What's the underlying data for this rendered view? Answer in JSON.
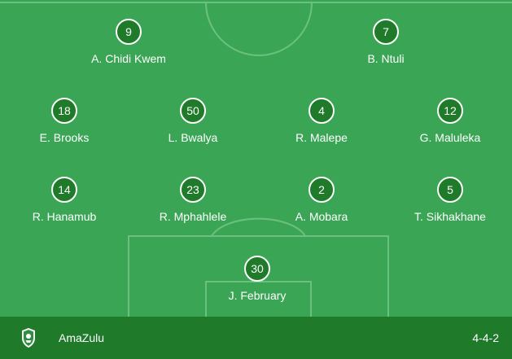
{
  "team": {
    "name": "AmaZulu",
    "formation": "4-4-2",
    "logo_icon": "amazulu-crest-icon"
  },
  "colors": {
    "pitch": "#3aa655",
    "shirt": "#1f7a2a",
    "footer": "#1f7a2a",
    "lines": "#6cc07f"
  },
  "players": [
    {
      "number": "9",
      "name": "A. Chidi Kwem"
    },
    {
      "number": "7",
      "name": "B. Ntuli"
    },
    {
      "number": "18",
      "name": "E. Brooks"
    },
    {
      "number": "50",
      "name": "L. Bwalya"
    },
    {
      "number": "4",
      "name": "R. Malepe"
    },
    {
      "number": "12",
      "name": "G. Maluleka"
    },
    {
      "number": "14",
      "name": "R. Hanamub"
    },
    {
      "number": "23",
      "name": "R. Mphahlele"
    },
    {
      "number": "2",
      "name": "A. Mobara"
    },
    {
      "number": "5",
      "name": "T. Sikhakhane"
    },
    {
      "number": "30",
      "name": "J. February"
    }
  ]
}
